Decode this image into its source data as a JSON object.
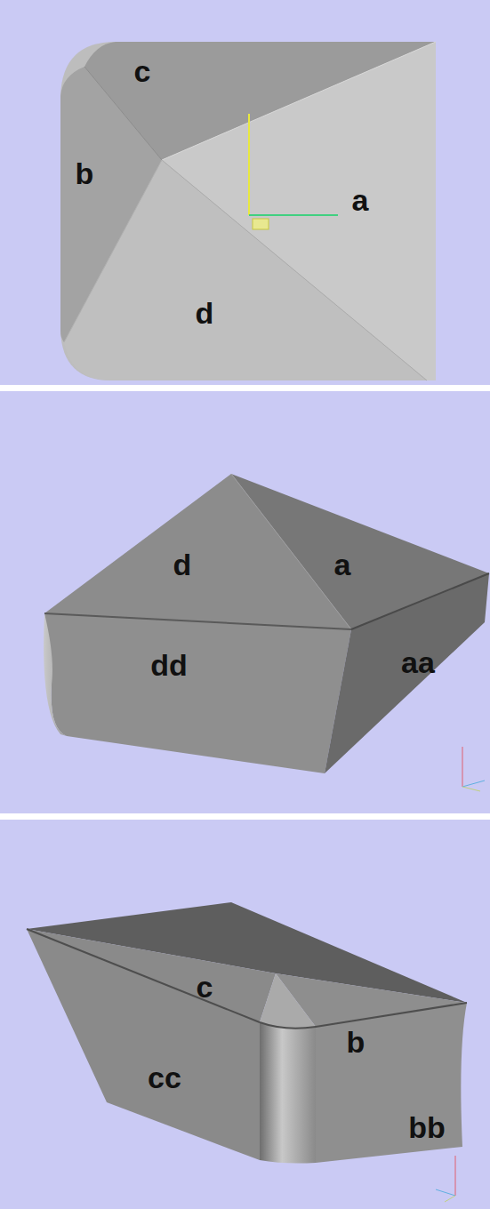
{
  "diagram": {
    "labels": [
      "c",
      "b",
      "a",
      "d",
      "d",
      "a",
      "dd",
      "aa",
      "c",
      "b",
      "cc",
      "bb"
    ]
  }
}
